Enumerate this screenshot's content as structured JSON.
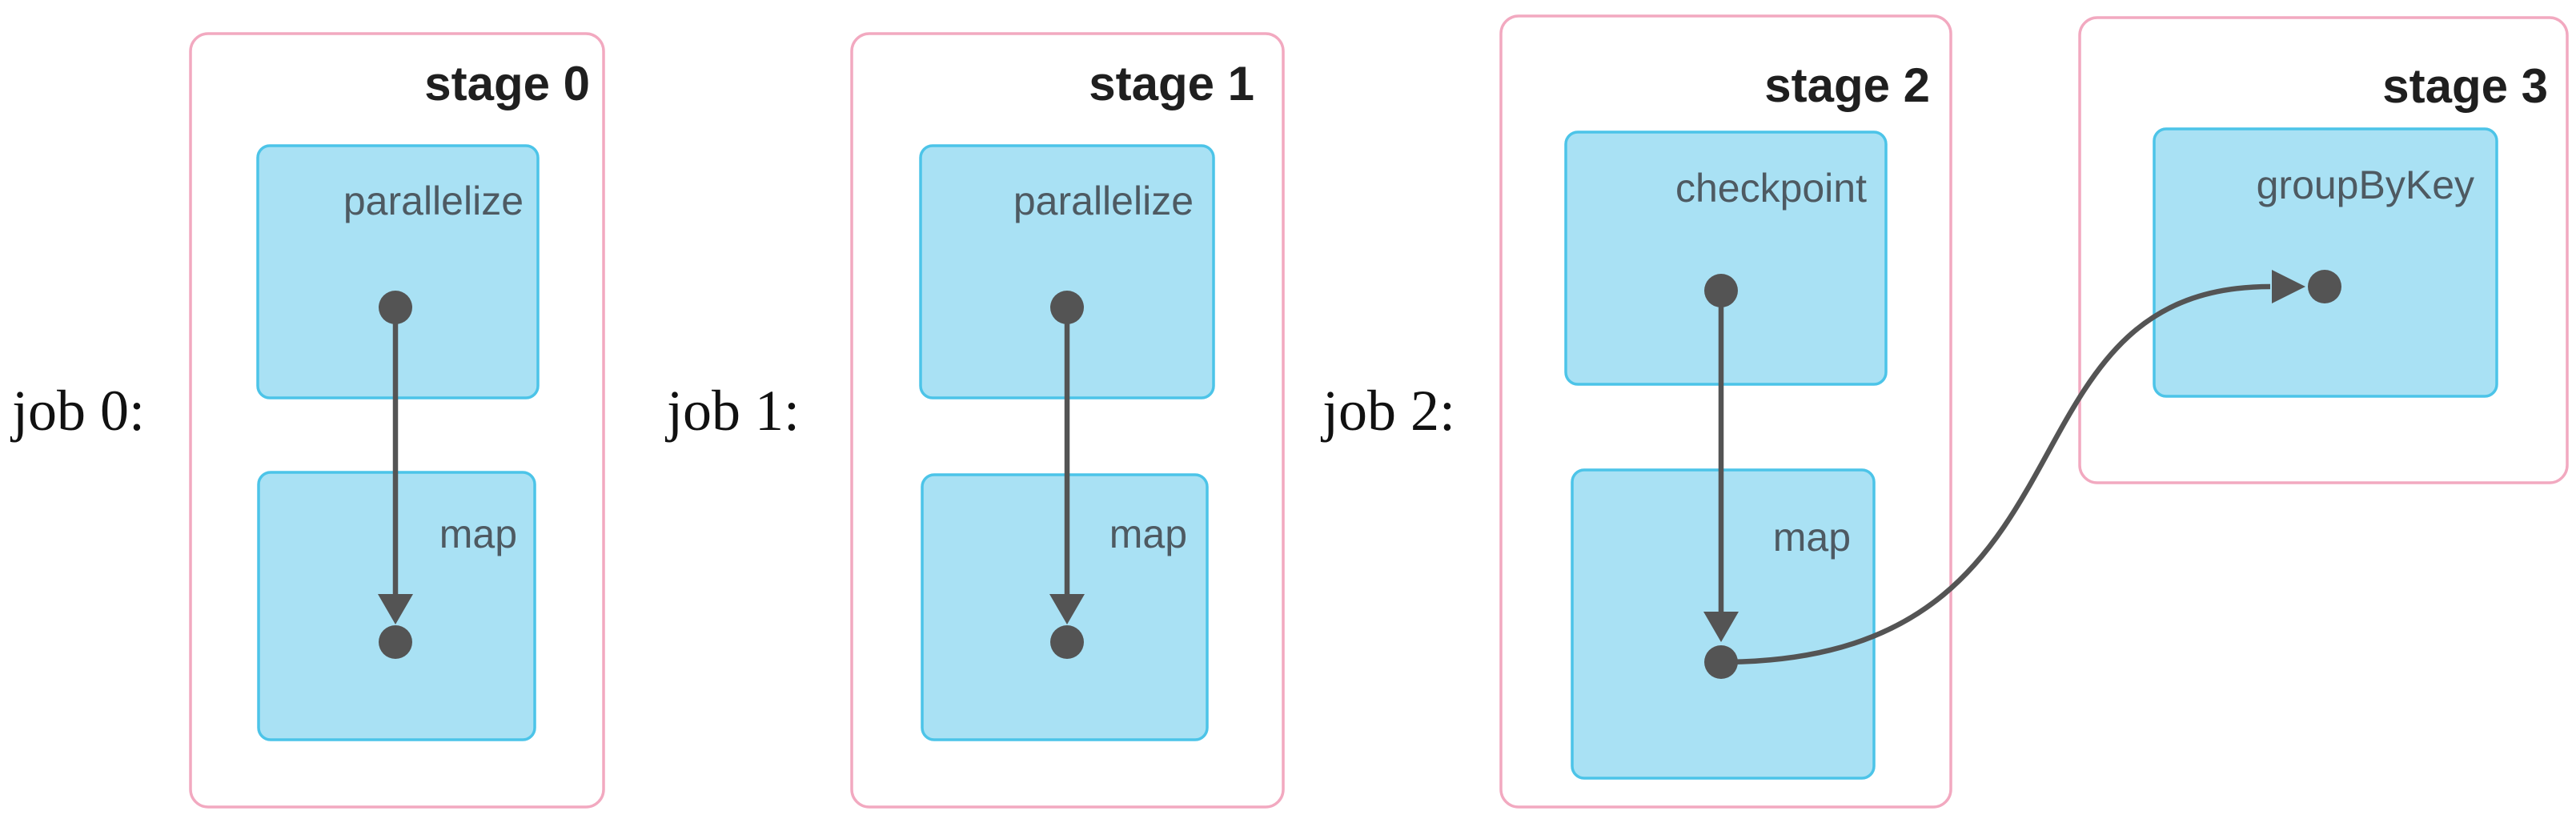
{
  "diagram": {
    "colors": {
      "stage-border": "#f2a9c0",
      "op-fill": "#a9e1f4",
      "op-border": "#4cc4e8",
      "edge": "#545454",
      "stage-label-text": "#1f1f1f",
      "op-label-text": "#4e5a62",
      "job-label-text": "#111111",
      "background": "#ffffff"
    },
    "jobs": [
      {
        "label": "job 0:",
        "stages": [
          "stage 0"
        ]
      },
      {
        "label": "job 1:",
        "stages": [
          "stage 1"
        ]
      },
      {
        "label": "job 2:",
        "stages": [
          "stage 2",
          "stage 3"
        ]
      }
    ],
    "stages": [
      {
        "label": "stage 0",
        "ops": [
          {
            "label": "parallelize"
          },
          {
            "label": "map"
          }
        ]
      },
      {
        "label": "stage 1",
        "ops": [
          {
            "label": "parallelize"
          },
          {
            "label": "map"
          }
        ]
      },
      {
        "label": "stage 2",
        "ops": [
          {
            "label": "checkpoint"
          },
          {
            "label": "map"
          }
        ]
      },
      {
        "label": "stage 3",
        "ops": [
          {
            "label": "groupByKey"
          }
        ]
      }
    ],
    "edges": [
      {
        "from_stage": "stage 0",
        "from_op": "parallelize",
        "to_stage": "stage 0",
        "to_op": "map"
      },
      {
        "from_stage": "stage 1",
        "from_op": "parallelize",
        "to_stage": "stage 1",
        "to_op": "map"
      },
      {
        "from_stage": "stage 2",
        "from_op": "checkpoint",
        "to_stage": "stage 2",
        "to_op": "map"
      },
      {
        "from_stage": "stage 2",
        "from_op": "map",
        "to_stage": "stage 3",
        "to_op": "groupByKey"
      }
    ]
  }
}
